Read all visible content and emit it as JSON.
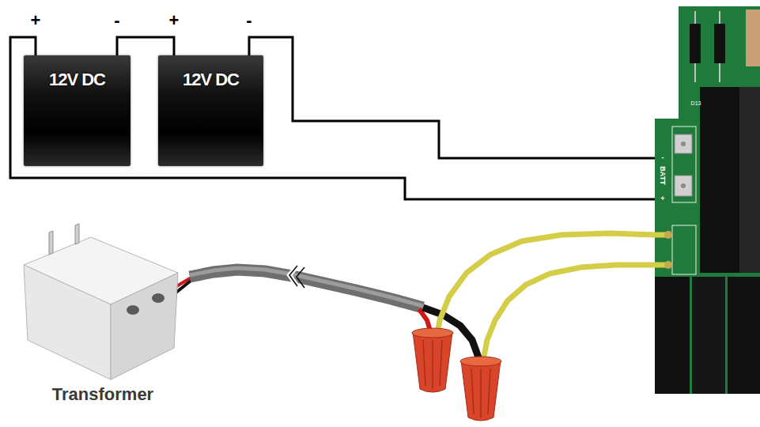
{
  "diagram": {
    "nodes": [
      {
        "text": [
          "12V DC"
        ]
      },
      {
        "text": [
          "12V DC"
        ]
      },
      {
        "text": [
          "BATT"
        ]
      },
      {
        "text": [
          "Transformer"
        ]
      }
    ],
    "edges": [
      {
        "from": 0,
        "to": 1,
        "arrow": "none"
      },
      {
        "from": 0,
        "to": 2,
        "arrow": "none"
      },
      {
        "from": 1,
        "to": 2,
        "arrow": "none"
      },
      {
        "from": 3,
        "to": 2,
        "arrow": "none"
      }
    ],
    "labels": [
      "+",
      "-",
      "+",
      "-",
      "-",
      "+",
      "D13"
    ]
  }
}
